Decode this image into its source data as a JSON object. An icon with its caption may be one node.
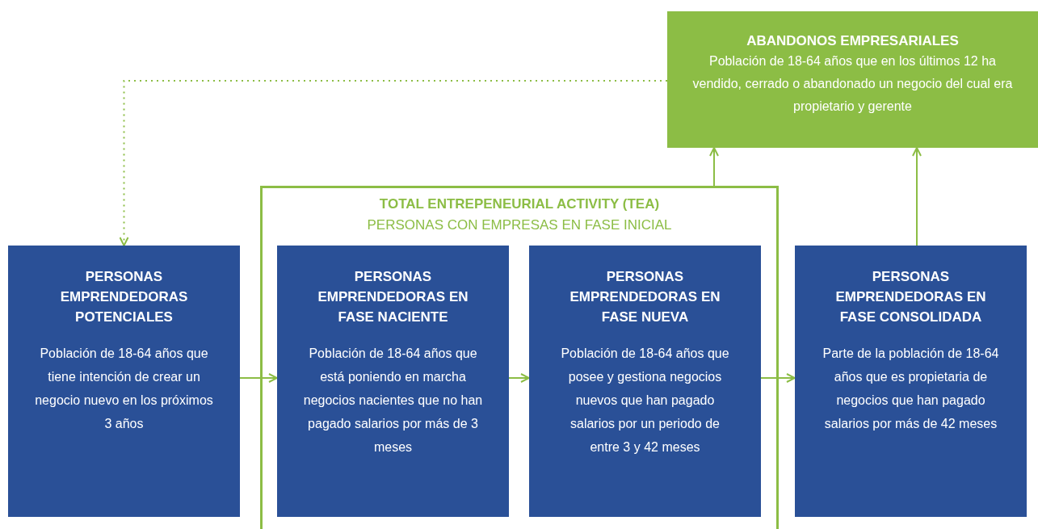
{
  "diagram": {
    "nodes": [
      {
        "text": [
          "ABANDONOS EMPRESARIALES",
          "Población de 18-64 años que en los últimos 12 ha vendido, cerrado o abandonado un negocio del cual era propietario y gerente"
        ]
      },
      {
        "text": [
          "TOTAL ENTREPENEURIAL ACTIVITY (TEA)",
          "PERSONAS CON EMPRESAS EN FASE INICIAL"
        ]
      },
      {
        "text": [
          "PERSONAS EMPRENDEDORAS POTENCIALES",
          "Población de 18-64 años que tiene intención de crear un negocio nuevo en los próximos 3 años"
        ]
      },
      {
        "text": [
          "PERSONAS EMPRENDEDORAS EN FASE NACIENTE",
          "Población de 18-64 años que está poniendo en marcha negocios nacientes que no han pagado salarios por más de 3 meses"
        ],
        "in": 1
      },
      {
        "text": [
          "PERSONAS EMPRENDEDORAS EN FASE NUEVA",
          "Población de 18-64 años que posee y gestiona negocios nuevos que han pagado salarios por un periodo de entre 3 y 42 meses"
        ],
        "in": 1
      },
      {
        "text": [
          "PERSONAS EMPRENDEDORAS EN FASE CONSOLIDADA",
          "Parte de la población de 18-64 años que es propietaria de negocios que han pagado salarios por más de 42 meses"
        ]
      }
    ],
    "edges": [
      {
        "from": 0,
        "to": 2,
        "arrow": "to",
        "style": "dashed"
      },
      {
        "from": 2,
        "to": 3,
        "arrow": "to"
      },
      {
        "from": 3,
        "to": 4,
        "arrow": "to"
      },
      {
        "from": 4,
        "to": 5,
        "arrow": "to"
      },
      {
        "from": 1,
        "to": 0,
        "arrow": "to"
      },
      {
        "from": 5,
        "to": 0,
        "arrow": "to"
      }
    ]
  }
}
